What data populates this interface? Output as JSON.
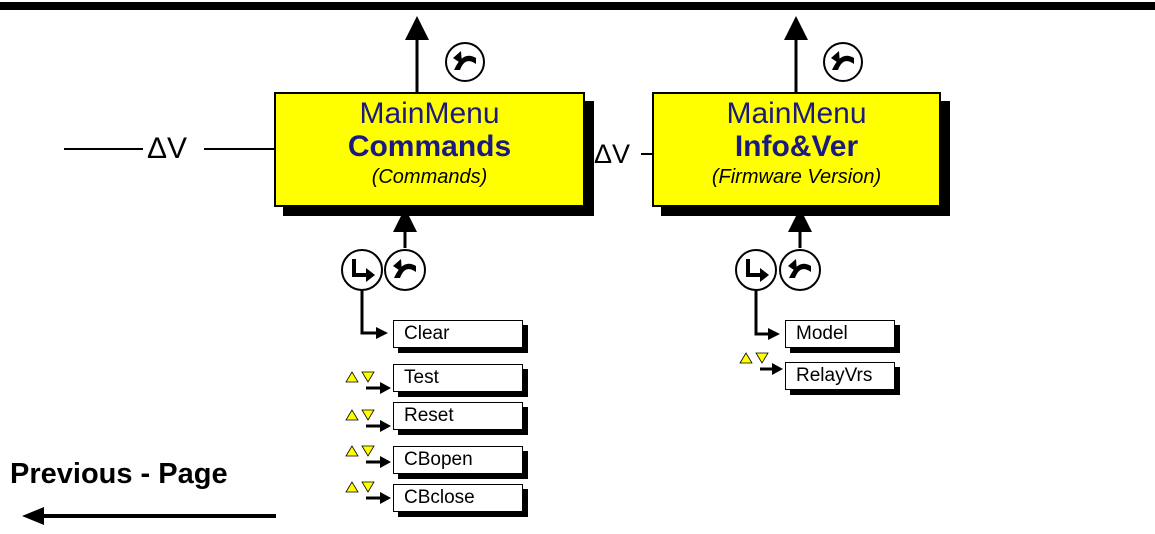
{
  "menus": [
    {
      "title": "MainMenu",
      "name": "Commands",
      "subtitle": "(Commands)"
    },
    {
      "title": "MainMenu",
      "name": "Info&Ver",
      "subtitle": "(Firmware Version)"
    }
  ],
  "commands_items": [
    "Clear",
    "Test",
    "Reset",
    "CBopen",
    "CBclose"
  ],
  "info_items": [
    "Model",
    "RelayVrs"
  ],
  "nav": {
    "up_down_symbol": "ΔV",
    "previous_page_label": "Previous - Page"
  },
  "icons": {
    "escape": "escape-icon",
    "enter": "enter-icon",
    "up_down": "up-down-arrows-icon"
  },
  "colors": {
    "menu_fill": "#ffff00",
    "menu_title_text": "#1a1a80",
    "small_arrows": "#ffff00"
  }
}
